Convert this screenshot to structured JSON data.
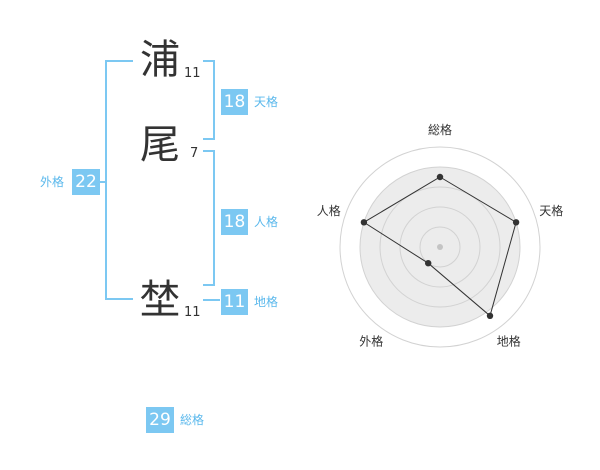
{
  "name": {
    "chars": [
      {
        "char": "浦",
        "strokes": "11"
      },
      {
        "char": "尾",
        "strokes": "7"
      },
      {
        "char": "埜",
        "strokes": "11"
      }
    ]
  },
  "fortune": {
    "tenkaku": {
      "value": "18",
      "label": "天格"
    },
    "jinkaku": {
      "value": "18",
      "label": "人格"
    },
    "chikaku": {
      "value": "11",
      "label": "地格"
    },
    "gaikaku": {
      "value": "22",
      "label": "外格"
    },
    "soukaku": {
      "value": "29",
      "label": "総格"
    }
  },
  "colors": {
    "accent": "#7cc8f2",
    "bracket": "#7cc8f2",
    "radar_fill": "#ececec"
  },
  "chart_data": {
    "type": "radar",
    "axes": [
      "総格",
      "天格",
      "地格",
      "外格",
      "人格"
    ],
    "values": [
      0.7,
      0.8,
      0.85,
      0.2,
      0.8
    ],
    "max": 1,
    "rings": 5
  }
}
